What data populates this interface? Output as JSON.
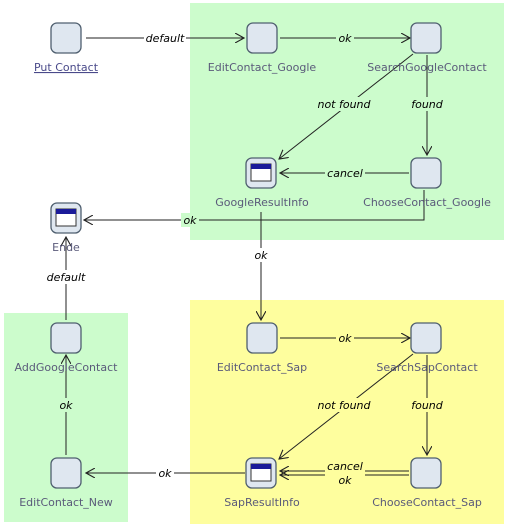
{
  "colors": {
    "green_region": "#ccfccc",
    "yellow_region": "#fefe9e",
    "node_fill": "#dfe7f0",
    "node_stroke": "#4f5f6f",
    "window_bar": "#1a1a99"
  },
  "nodes": {
    "put_contact": "Put Contact",
    "edit_contact_google": "EditContact_Google",
    "search_google_contact": "SearchGoogleContact",
    "google_result_info": "GoogleResultInfo",
    "choose_contact_google": "ChooseContact_Google",
    "ende": "Ende",
    "add_google_contact": "AddGoogleContact",
    "edit_contact_new": "EditContact_New",
    "edit_contact_sap": "EditContact_Sap",
    "search_sap_contact": "SearchSapContact",
    "sap_result_info": "SapResultInfo",
    "choose_contact_sap": "ChooseContact_Sap"
  },
  "edges": {
    "put_to_editgoogle": "default",
    "editgoogle_to_search": "ok",
    "search_notfound": "not found",
    "search_found": "found",
    "choose_cancel": "cancel",
    "choose_ok_ende": "ok",
    "googleinfo_ok": "ok",
    "add_default": "default",
    "new_ok": "ok",
    "editsap_ok": "ok",
    "sap_notfound": "not found",
    "sap_found": "found",
    "sap_cancel": "cancel",
    "sap_ok": "ok",
    "sapinfo_ok": "ok"
  }
}
